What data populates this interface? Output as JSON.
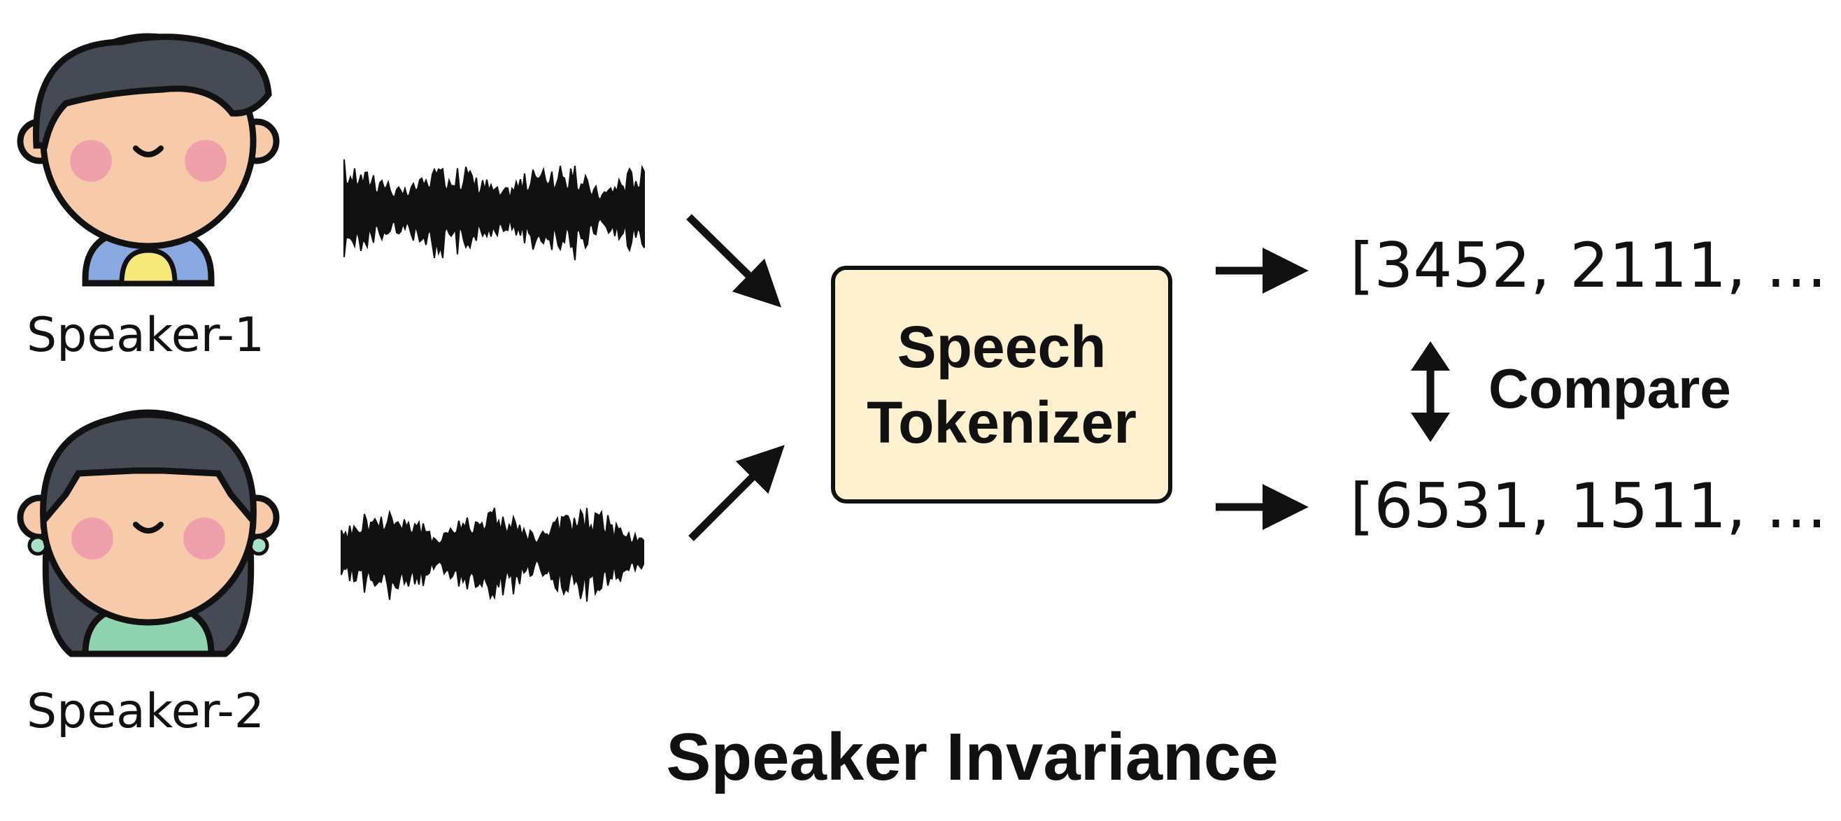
{
  "speakers": [
    {
      "label": "Speaker-1",
      "shirt_color": "#8aa8e0",
      "badge_color": "#f5e97a"
    },
    {
      "label": "Speaker-2",
      "shirt_color": "#8fd3b0",
      "earring_color": "#a8e0c8"
    }
  ],
  "tokenizer": {
    "line1": "Speech",
    "line2": "Tokenizer",
    "fill": "#fdf1cf"
  },
  "outputs": [
    {
      "text": "[3452, 2111, … ]"
    },
    {
      "text": "[6531, 1511, … ]"
    }
  ],
  "compare_label": "Compare",
  "title": "Speaker Invariance",
  "colors": {
    "hair": "#454a55",
    "skin": "#f7cbaa",
    "cheek": "#eea1ab",
    "outline": "#111111"
  }
}
